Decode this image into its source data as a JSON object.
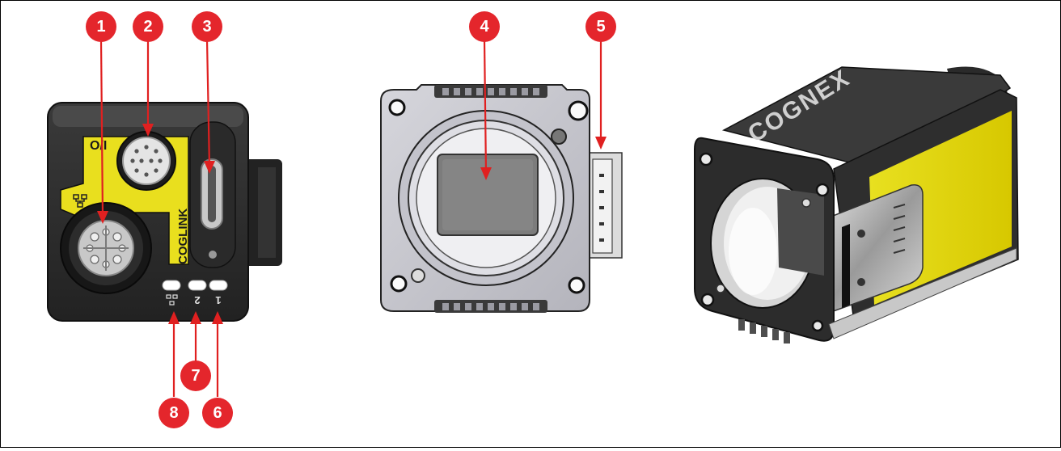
{
  "callouts": [
    "1",
    "2",
    "3",
    "4",
    "5",
    "6",
    "7",
    "8"
  ],
  "labels": {
    "io_port": "O/I",
    "coglink": "COGLINK",
    "brand": "COGNEX",
    "led_1": "1",
    "led_2": "2"
  },
  "colors": {
    "callout": "#e4262c",
    "arrow": "#e02020",
    "accent_yellow": "#f2e61c",
    "housing_dark": "#2b2b2b",
    "housing_mid": "#444444",
    "plate_gray": "#c8c8ce"
  }
}
